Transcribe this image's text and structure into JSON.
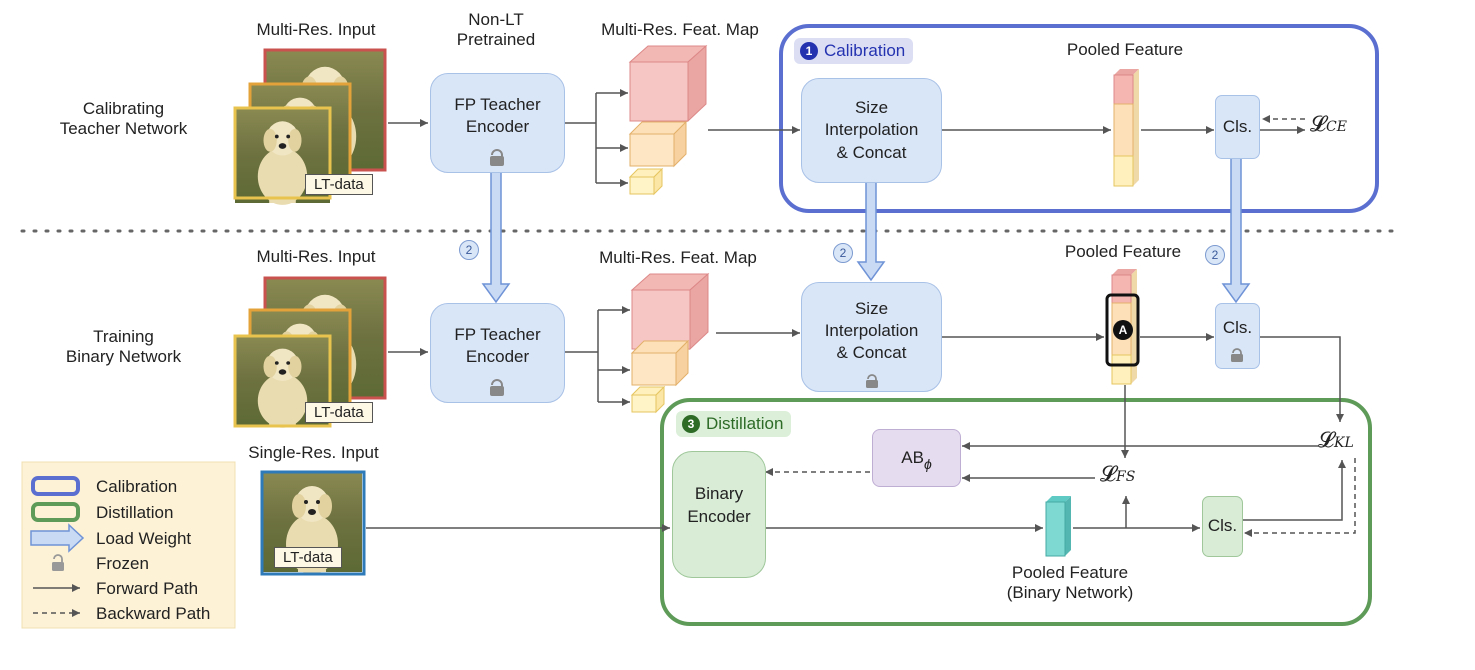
{
  "rows": {
    "calibrating": "Calibrating\nTeacher Network",
    "training": "Training\nBinary Network"
  },
  "inputs": {
    "multi_res": "Multi-Res. Input",
    "single_res": "Single-Res. Input",
    "lt_data": "LT-data"
  },
  "teacher": {
    "non_lt": "Non-LT\nPretrained",
    "encoder": "FP Teacher\nEncoder"
  },
  "feature_map": "Multi-Res. Feat. Map",
  "size_interp": "Size\nInterpolation\n& Concat",
  "pooled_feature": "Pooled Feature",
  "pooled_feature_binary": "Pooled Feature\n(Binary Network)",
  "cls": "Cls.",
  "binary_encoder": "Binary\nEncoder",
  "ab_label": "AB",
  "ab_sub": "ϕ",
  "losses": {
    "ce": "CE",
    "kl": "KL",
    "fs": "FS"
  },
  "stages": {
    "calibration": {
      "num": "1",
      "label": "Calibration"
    },
    "load": {
      "num": "2"
    },
    "distillation": {
      "num": "3",
      "label": "Distillation"
    }
  },
  "marker_a": "A",
  "legend": {
    "items": [
      {
        "icon": "calibration-box",
        "label": "Calibration"
      },
      {
        "icon": "distillation-box",
        "label": "Distillation"
      },
      {
        "icon": "load-weight-arrow",
        "label": "Load Weight"
      },
      {
        "icon": "lock-icon",
        "label": "Frozen"
      },
      {
        "icon": "forward-arrow",
        "label": "Forward Path"
      },
      {
        "icon": "backward-arrow",
        "label": "Backward Path"
      }
    ]
  },
  "colors": {
    "calibration": "#5b6fd1",
    "distillation": "#5e9a58",
    "teacher_fill": "#d9e6f8",
    "binary_fill": "#d8ecd6",
    "ab_fill": "#e6dcef",
    "legend_bg": "#fdf2d6",
    "dog_frame_red": "#c9524f",
    "dog_frame_orange": "#e3a33a",
    "dog_frame_yellow": "#e8c44e",
    "dog_frame_blue": "#2e7ab8"
  }
}
